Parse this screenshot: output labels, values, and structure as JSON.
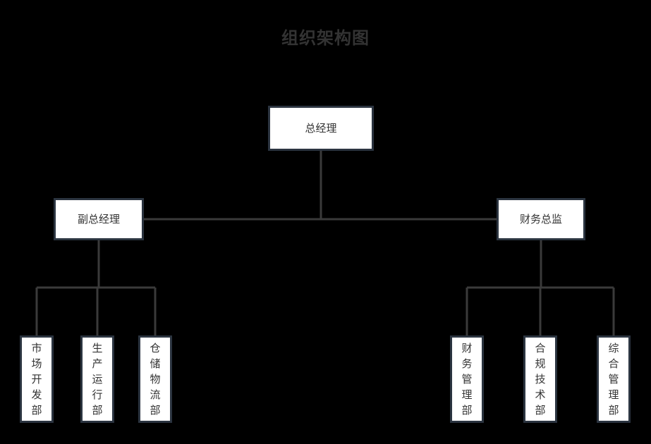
{
  "title": "组织架构图",
  "colors": {
    "background": "#000000",
    "node_fill": "#ffffff",
    "node_border": "#2b3440",
    "node_text": "#333333",
    "title_text": "#333333",
    "connector": "#3a3a3a"
  },
  "nodes": {
    "general_manager": "总经理",
    "deputy_general_manager": "副总经理",
    "finance_director": "财务总监",
    "left_departments": [
      "市场开发部",
      "生产运行部",
      "仓储物流部"
    ],
    "right_departments": [
      "财务管理部",
      "合规技术部",
      "综合管理部"
    ]
  }
}
